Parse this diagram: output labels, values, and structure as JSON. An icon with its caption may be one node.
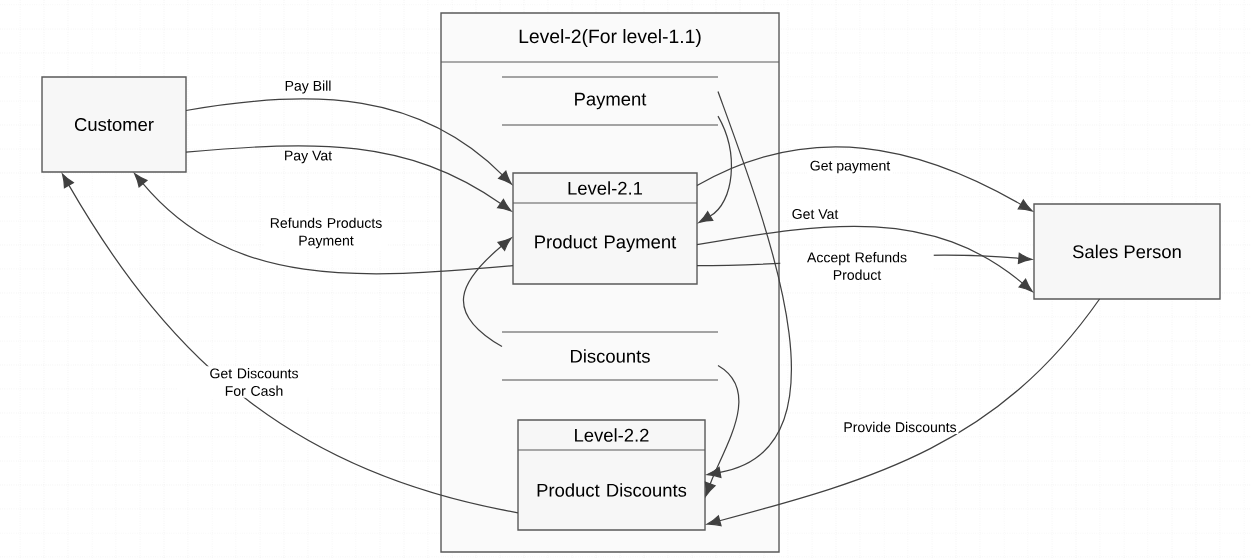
{
  "diagram": {
    "nodes": [
      {
        "text": [
          "Customer"
        ]
      },
      {
        "text": [
          "Level-2(For level-1.1)"
        ]
      },
      {
        "text": [
          "Payment"
        ],
        "in": 1
      },
      {
        "text": [
          "Level-2.1",
          "Product Payment"
        ],
        "in": 1
      },
      {
        "text": [
          "Discounts"
        ],
        "in": 1
      },
      {
        "text": [
          "Level-2.2",
          "Product Discounts"
        ],
        "in": 1
      },
      {
        "text": [
          "Sales Person"
        ]
      }
    ],
    "edges": [
      {
        "from": 0,
        "to": 3,
        "arrow": "to",
        "label": "Pay Bill"
      },
      {
        "from": 0,
        "to": 3,
        "arrow": "to",
        "label": "Pay Vat"
      },
      {
        "from": 3,
        "to": 0,
        "arrow": "to",
        "label": "Refunds Products Payment"
      },
      {
        "from": 3,
        "to": 6,
        "arrow": "to",
        "label": "Get payment"
      },
      {
        "from": 3,
        "to": 6,
        "arrow": "to",
        "label": "Get Vat"
      },
      {
        "from": 3,
        "to": 6,
        "arrow": "to",
        "label": "Accept Refunds Product"
      },
      {
        "from": 6,
        "to": 5,
        "arrow": "to",
        "label": "Provide Discounts"
      },
      {
        "from": 5,
        "to": 0,
        "arrow": "to",
        "label": "Get Discounts For Cash"
      },
      {
        "from": 2,
        "to": 3,
        "arrow": "to"
      },
      {
        "from": 2,
        "to": 5,
        "arrow": "to"
      },
      {
        "from": 4,
        "to": 3,
        "arrow": "to"
      },
      {
        "from": 4,
        "to": 5,
        "arrow": "to"
      }
    ]
  }
}
